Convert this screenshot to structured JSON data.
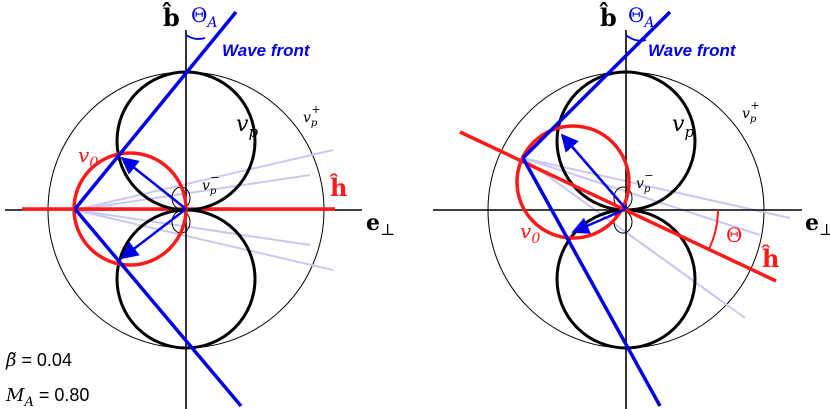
{
  "labels": {
    "b_hat": "b̂",
    "theta_a_main": "Θ",
    "theta_a_sub": "A",
    "wave_front": "Wave front",
    "v_p_main": "v",
    "v_p_sub": "p",
    "v_p_plus_main": "v",
    "v_p_plus_sub": "p",
    "v_p_plus_sup": "+",
    "v_p_minus_main": "v",
    "v_p_minus_sub": "p",
    "v_p_minus_sup": "−",
    "v_0_main": "v",
    "v_0_sub": "0",
    "h_hat": "ĥ",
    "e_perp_main": "e",
    "e_perp_sub": "⊥",
    "theta": "Θ"
  },
  "params": {
    "beta_symbol": "β̃",
    "beta_value": "= 0.04",
    "ma_main": "M",
    "ma_sub": "A",
    "ma_value": "= 0.80"
  },
  "colors": {
    "blue": "#0000e6",
    "red": "#ff1a1a",
    "faint": "#c8c8f0",
    "black": "#000000"
  }
}
